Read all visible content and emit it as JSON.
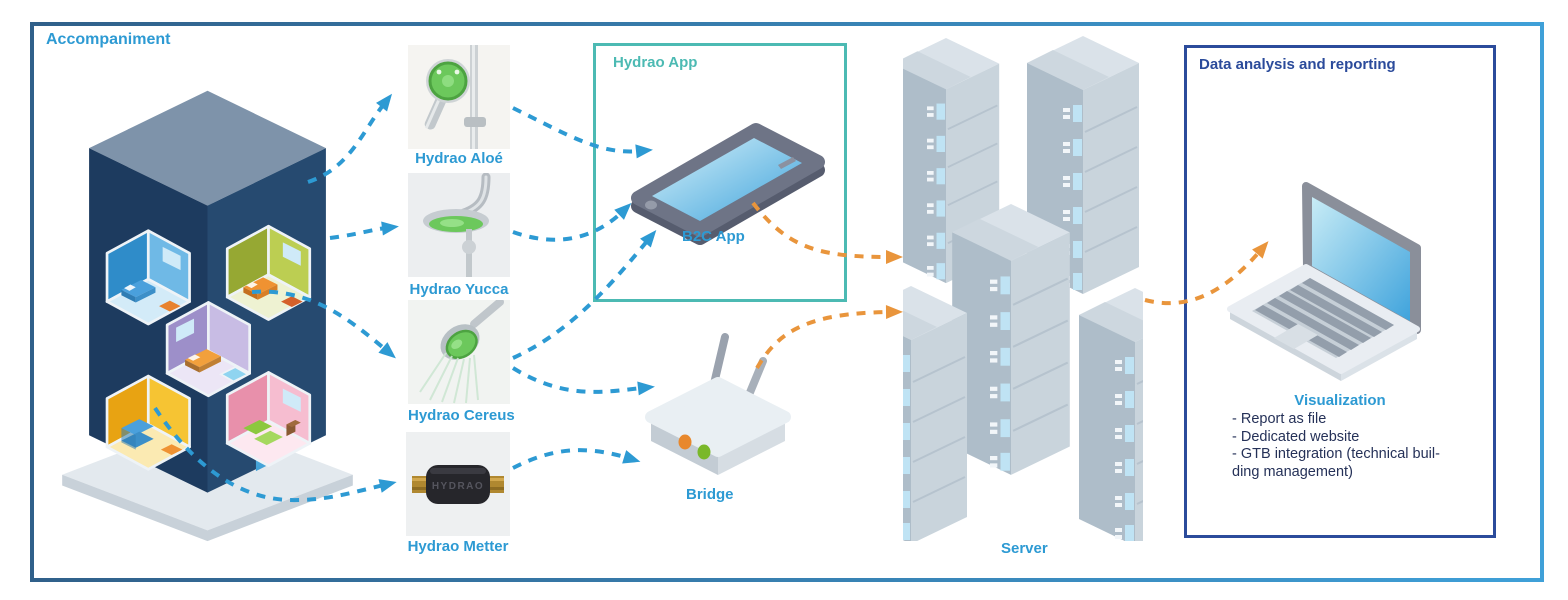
{
  "frame": {
    "label": "Accompaniment"
  },
  "products": [
    {
      "name": "Hydrao Aloé"
    },
    {
      "name": "Hydrao Yucca"
    },
    {
      "name": "Hydrao Cereus"
    },
    {
      "name": "Hydrao Metter"
    }
  ],
  "meter_device_text": "HYDRAO",
  "app_box": {
    "title": "Hydrao App",
    "phone_label": "B2C App"
  },
  "bridge_label": "Bridge",
  "server_label": "Server",
  "analysis_box": {
    "title": "Data analysis and reporting",
    "visualization_title": "Visualization",
    "bullet_lines": [
      "- Report as file",
      "- Dedicated website",
      "- GTB integration (technical buil-",
      "ding management)"
    ]
  },
  "colors": {
    "accent_blue": "#2d9ad3",
    "teal": "#4cbab3",
    "royal_blue": "#2b4b9b",
    "orange": "#e9953c",
    "navy_text": "#253158"
  }
}
